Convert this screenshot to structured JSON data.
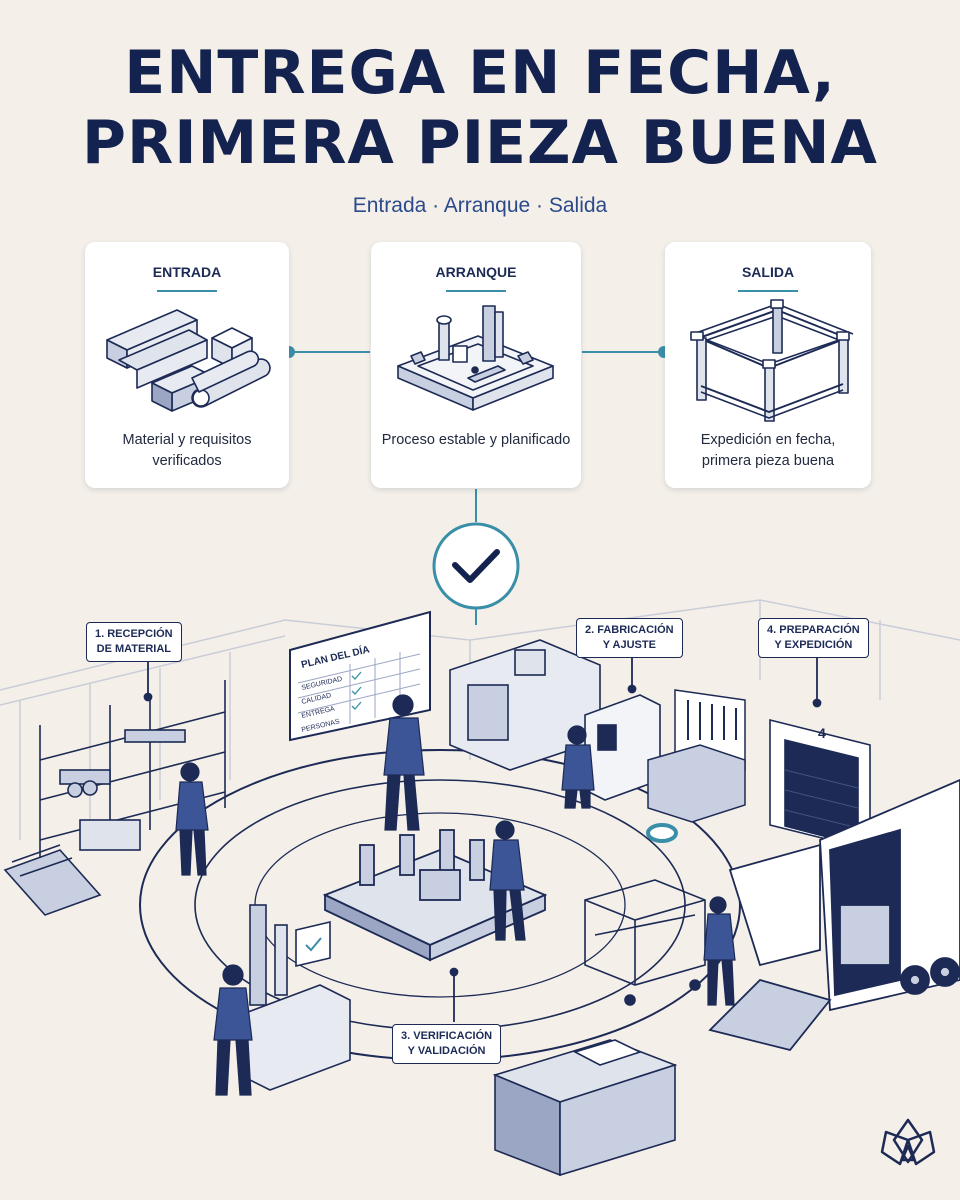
{
  "header": {
    "title_line1": "ENTREGA EN FECHA,",
    "title_line2": "PRIMERA PIEZA BUENA",
    "subtitle": "Entrada · Arranque · Salida"
  },
  "cards": [
    {
      "title": "ENTRADA",
      "text": "Material y requisitos verificados",
      "icon": "raw-material-icon"
    },
    {
      "title": "ARRANQUE",
      "text": "Proceso estable y planificado",
      "icon": "fixture-setup-icon"
    },
    {
      "title": "SALIDA",
      "text": "Expedición en fecha, primera pieza buena",
      "icon": "finished-frame-icon"
    }
  ],
  "center_check": {
    "icon": "check-icon"
  },
  "stations": {
    "s1": "1. RECEPCIÓN\nDE MATERIAL",
    "s2": "2. FABRICACIÓN\nY AJUSTE",
    "s3": "3. VERIFICACIÓN\nY VALIDACIÓN",
    "s4": "4. PREPARACIÓN\nY EXPEDICIÓN"
  },
  "plan_board": {
    "title": "PLAN DEL DÍA",
    "rows": [
      "SEGURIDAD",
      "CALIDAD",
      "ENTREGA",
      "PERSONAS"
    ]
  },
  "dock_number": "4",
  "logo": {
    "icon": "flower-logo-icon"
  },
  "colors": {
    "navy": "#13224e",
    "accent": "#3a8fa8",
    "background": "#f4f0e9",
    "card": "#ffffff"
  }
}
